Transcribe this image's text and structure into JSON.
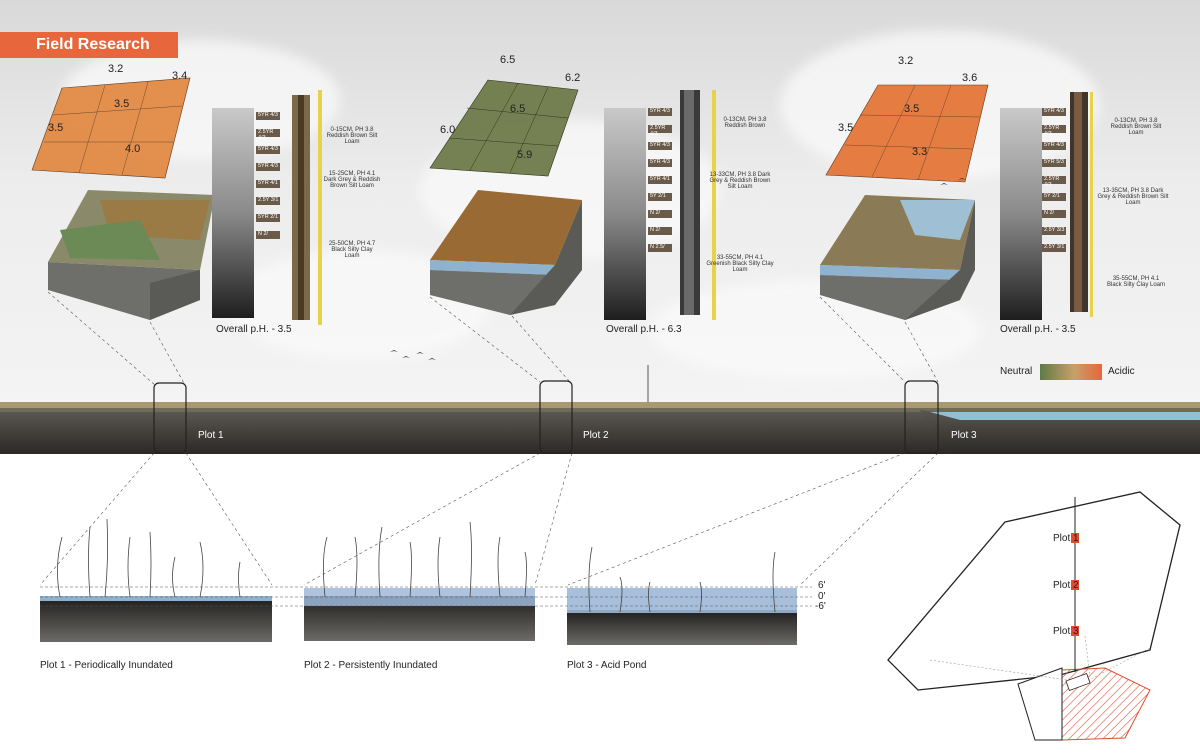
{
  "banner": "Field Research",
  "plots": [
    {
      "grid_values": [
        "3.2",
        "3.4",
        "3.5",
        "3.5",
        "4.0"
      ],
      "layers": [
        "0-15CM, PH 3.8 Reddish Brown Silt Loam",
        "15-25CM, PH 4.1 Dark Grey & Reddish Brown Silt Loam",
        "25-50CM, PH 4.7 Black Silty Clay Loam"
      ],
      "overall": "Overall p.H. - 3.5",
      "profile_label": "Plot 1",
      "section_label": "Plot 1 - Periodically Inundated",
      "color": "#e0813f"
    },
    {
      "grid_values": [
        "6.5",
        "6.2",
        "6.5",
        "6.0",
        "5.9"
      ],
      "layers": [
        "0-13CM, PH 3.8 Reddish Brown",
        "13-33CM, PH 3.8 Dark Grey & Reddish Brown Silt Loam",
        "33-55CM, PH 4.1 Greenish Black Silty Clay Loam"
      ],
      "overall": "Overall p.H. - 6.3",
      "profile_label": "Plot 2",
      "section_label": "Plot 2 - Persistently Inundated",
      "color": "#6f7a4a"
    },
    {
      "grid_values": [
        "3.2",
        "3.6",
        "3.5",
        "3.5",
        "3.3"
      ],
      "layers": [
        "0-13CM, PH 3.8 Reddish Brown Silt Loam",
        "13-35CM, PH 3.8 Dark Grey & Reddish Brown Silt Loam",
        "35-55CM, PH 4.1 Black Silty Clay Loam"
      ],
      "overall": "Overall p.H. - 3.5",
      "profile_label": "Plot 3",
      "section_label": "Plot 3 - Acid Pond",
      "color": "#e47538"
    }
  ],
  "soil_codes": [
    [
      "5YR 4/3",
      "2.5YR 4/3",
      "5YR 4/3",
      "5YR 4/3",
      "5YR 4/1",
      "2.5Y 3/1",
      "5YR 2/1",
      "N 2/"
    ],
    [
      "5YR 4/3",
      "2.5YR 4/3",
      "5YR 4/3",
      "5YR 4/3",
      "5YR 4/1",
      "5Y 2/1",
      "N 2/",
      "N 2/",
      "N 2.5/"
    ],
    [
      "5YR 4/3",
      "2.5YR 4/3",
      "5YR 4/3",
      "5YR 5/3",
      "2.5YR 4/3",
      "5Y 2/1",
      "N 2/",
      "2.5Y 3/3",
      "2.5Y 3/1"
    ]
  ],
  "legend": {
    "left": "Neutral",
    "right": "Acidic"
  },
  "water_levels": [
    "6'",
    "0'",
    "-6'"
  ],
  "map_labels": [
    "Plot 1",
    "Plot 2",
    "Plot 3"
  ],
  "colors": {
    "banner": "#e8663c",
    "water": "#8fb2cf",
    "hatch": "#e04a2f",
    "soil": "#3c3935"
  }
}
